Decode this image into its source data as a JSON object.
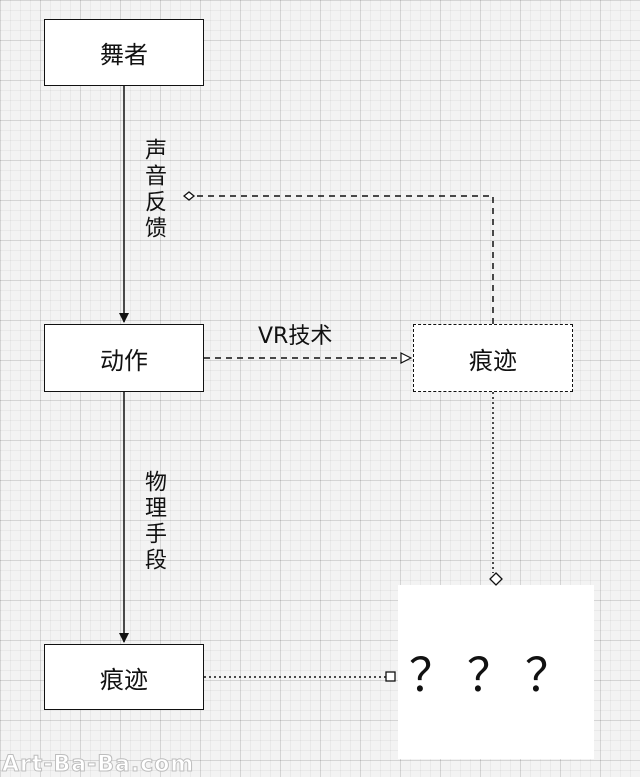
{
  "nodes": {
    "dancer": "舞者",
    "action": "动作",
    "trace_physical": "痕迹",
    "trace_vr": "痕迹",
    "unknown": "？？？"
  },
  "edges": {
    "sound_feedback": "声音反馈",
    "physical_means": "物理手段",
    "vr_tech": "VR技术"
  },
  "watermark": "Art-Ba-Ba.com"
}
